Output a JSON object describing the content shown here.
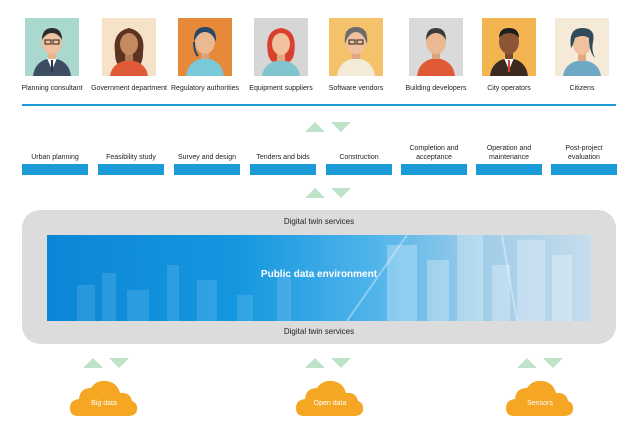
{
  "stakeholders": [
    {
      "label": "Planning consultant",
      "icon": "planning-consultant-avatar-icon",
      "bg": "#a9d8cf"
    },
    {
      "label": "Government department",
      "icon": "government-department-avatar-icon",
      "bg": "#f6e2c9"
    },
    {
      "label": "Regulatory authorities",
      "icon": "regulatory-authorities-avatar-icon",
      "bg": "#e68a3a"
    },
    {
      "label": "Equipment suppliers",
      "icon": "equipment-suppliers-avatar-icon",
      "bg": "#d6d6d6"
    },
    {
      "label": "Software vendors",
      "icon": "software-vendors-avatar-icon",
      "bg": "#f4c26b"
    },
    {
      "label": "Building developers",
      "icon": "building-developers-avatar-icon",
      "bg": "#dadada"
    },
    {
      "label": "City operators",
      "icon": "city-operators-avatar-icon",
      "bg": "#f3b451"
    },
    {
      "label": "Citizens",
      "icon": "citizens-avatar-icon",
      "bg": "#f5ead8"
    }
  ],
  "phases": [
    {
      "label": "Urban planning"
    },
    {
      "label": "Feasibility study"
    },
    {
      "label": "Survey and design"
    },
    {
      "label": "Tenders and bids"
    },
    {
      "label": "Construction"
    },
    {
      "label": "Completion and acceptance"
    },
    {
      "label": "Operation and maintenance"
    },
    {
      "label": "Post-project evaluation"
    }
  ],
  "services": {
    "top_label": "Digital twin services",
    "bottom_label": "Digital twin services",
    "center_title": "Public data environment"
  },
  "sources": [
    {
      "label": "Big data"
    },
    {
      "label": "Open data"
    },
    {
      "label": "Sensors"
    }
  ],
  "colors": {
    "accent_blue": "#1a9ad6",
    "arrow_green": "#bfe3c9",
    "cloud_orange": "#f5a623",
    "panel_gray": "#dcdcdc"
  }
}
